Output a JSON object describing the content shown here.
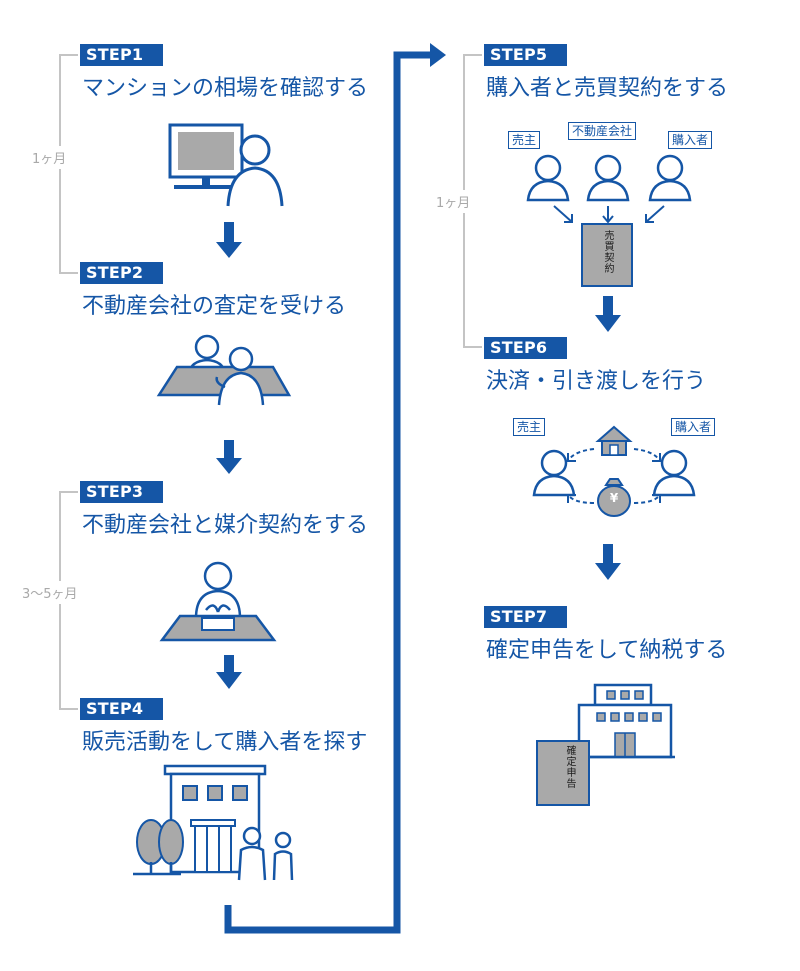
{
  "steps": [
    {
      "badge": "STEP1",
      "title": "マンションの相場を確認する"
    },
    {
      "badge": "STEP2",
      "title": "不動産会社の査定を受ける"
    },
    {
      "badge": "STEP3",
      "title": "不動産会社と媒介契約をする"
    },
    {
      "badge": "STEP4",
      "title": "販売活動をして購入者を探す"
    },
    {
      "badge": "STEP5",
      "title": "購入者と売買契約をする"
    },
    {
      "badge": "STEP6",
      "title": "決済・引き渡しを行う"
    },
    {
      "badge": "STEP7",
      "title": "確定申告をして納税する"
    }
  ],
  "durations": {
    "step1_2": "1ヶ月",
    "step3_4": "3〜5ヶ月",
    "step5_6": "1ヶ月"
  },
  "parties": {
    "seller": "売主",
    "agency": "不動産会社",
    "buyer": "購入者"
  },
  "docs": {
    "contract": "売買契約",
    "tax_return": "確定申告"
  },
  "money_symbol": "¥",
  "colors": {
    "accent": "#1556a6",
    "gray_fill": "#a9a9a9",
    "bracket": "#bdbdbd"
  }
}
